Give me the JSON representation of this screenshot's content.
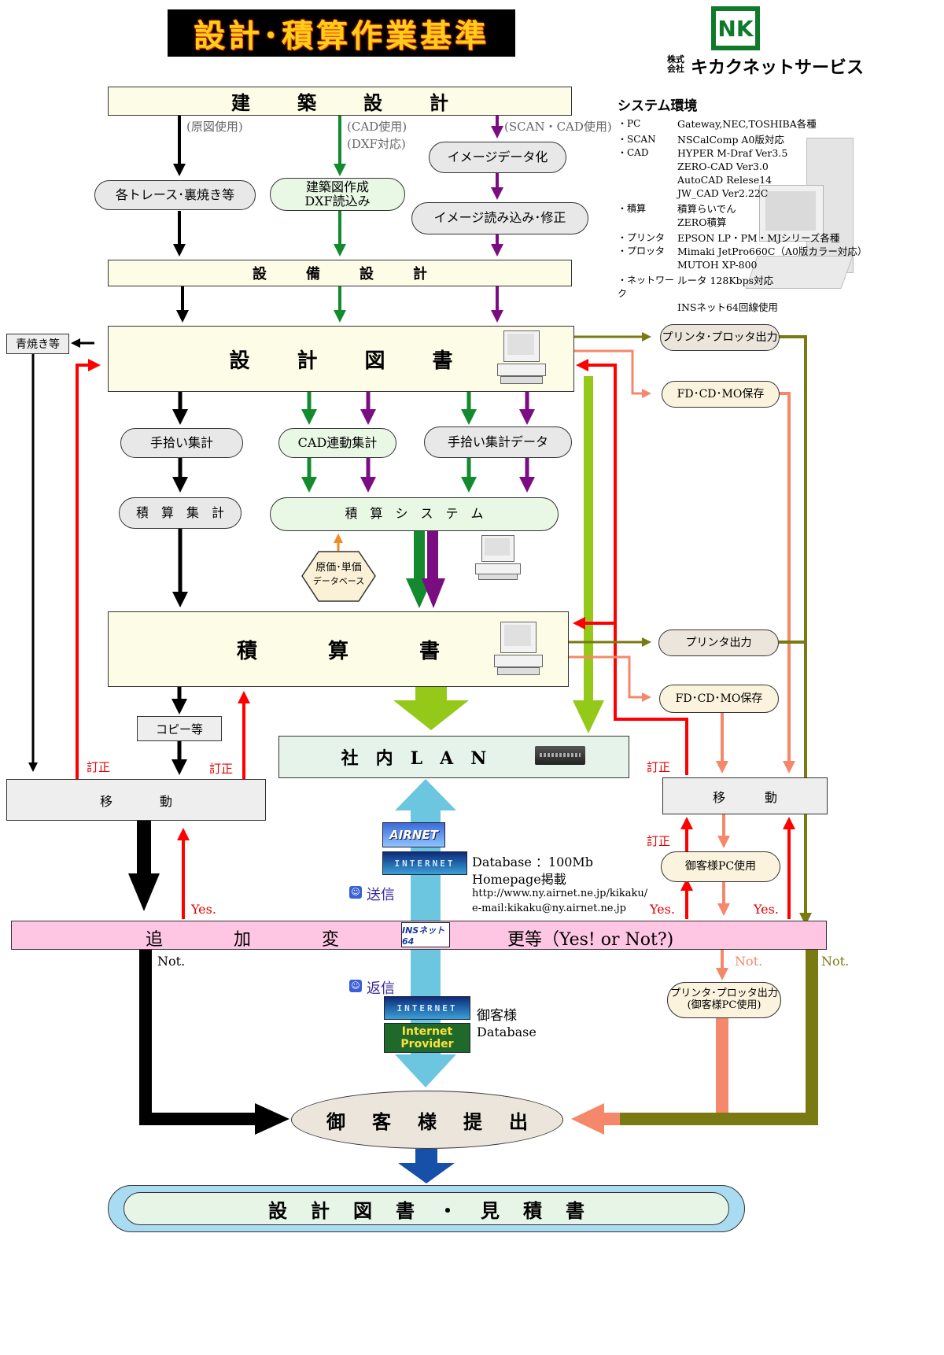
{
  "title": "設計･積算作業基準",
  "company": {
    "logo_mark": "NK",
    "prefix": "株式会社",
    "name": "キカクネットサービス"
  },
  "system_env": {
    "heading": "システム環境",
    "items": [
      {
        "key": "・PC",
        "value": "Gateway,NEC,TOSHIBA各種"
      },
      {
        "key": "・SCAN",
        "value": "NSCalComp A0版対応"
      },
      {
        "key": "・CAD",
        "value": "HYPER M-Draf Ver3.5"
      },
      {
        "key": "",
        "value": "ZERO-CAD Ver3.0"
      },
      {
        "key": "",
        "value": "AutoCAD Relese14"
      },
      {
        "key": "",
        "value": "JW_CAD Ver2.22C"
      },
      {
        "key": "・積算",
        "value": "積算らいでん"
      },
      {
        "key": "",
        "value": "ZERO積算"
      },
      {
        "key": "・プリンタ",
        "value": "EPSON LP・PM・MJシリーズ各種"
      },
      {
        "key": "・プロッタ",
        "value": "Mimaki JetPro660C（A0版カラー対応）"
      },
      {
        "key": "",
        "value": "MUTOH XP-800"
      },
      {
        "key": "・ネットワーク",
        "value": "ルータ 128Kbps対応"
      },
      {
        "key": "",
        "value": "INSネット64回線使用"
      }
    ]
  },
  "boxes": {
    "kenchiku": "建築設計",
    "setsubi": "設備設計",
    "sekkei_tosho": "設計図書",
    "sekisan_sho": "積算書",
    "lan": "社内LAN",
    "tsuika": "追加変",
    "tsuika2": "更等（Yes! or Not?)",
    "idou": "移動",
    "copy": "コピー等",
    "aoyaki": "青焼き等",
    "teishutsu": "御客様提出",
    "final": "設計図書・見積書"
  },
  "branches": {
    "genzu": "(原図使用)",
    "cad": "(CAD使用)",
    "dxf": "(DXF対応)",
    "scan": "(SCAN・CAD使用)"
  },
  "pills": {
    "trace": "各トレース･裏焼き等",
    "cad_draw_1": "建築図作成",
    "cad_draw_2": "DXF読込み",
    "image_data": "イメージデータ化",
    "image_read": "イメージ読み込み･修正",
    "tehiroi": "手拾い集計",
    "cad_renda": "CAD連動集計",
    "tehiroi_data": "手拾い集計データ",
    "sekisan_shukei": "積　算　集　計",
    "sekisan_system": "積　算　シ　ス　テ　ム",
    "genka_1": "原価･単価",
    "genka_2": "データベース",
    "printer_plotter": "プリンタ･プロッタ出力",
    "fd1": "FD･CD･MO保存",
    "printer": "プリンタ出力",
    "fd2": "FD･CD･MO保存",
    "customer_pc": "御客様PC使用",
    "pp_out_1": "プリンタ･プロッタ出力",
    "pp_out_2": "(御客様PC使用)"
  },
  "labels": {
    "teisei": "訂正",
    "yes": "Yes.",
    "not": "Not.",
    "send": "送信",
    "reply": "返信",
    "db": "Database ：100Mb",
    "homepage": "Homepage掲載",
    "url": "http://www.ny.airnet.ne.jp/kikaku/",
    "email": "e-mail:kikaku@ny.airnet.ne.jp",
    "customer_1": "御客様",
    "customer_2": "Database"
  },
  "badges": {
    "airnet": "AIRNET",
    "internet": "INTERNET",
    "ins": "INSネット64",
    "provider_1": "Internet",
    "provider_2": "Provider"
  },
  "colors": {
    "black": "#000000",
    "green": "#138a2e",
    "purple": "#7a0d82",
    "red": "#ff0000",
    "olive": "#7a7a12",
    "salmon": "#f5886a",
    "lime": "#94c91a",
    "sky": "#6cc6e0",
    "blue": "#1650a8",
    "pink": "#ffc6e4",
    "orange": "#f08a24"
  }
}
